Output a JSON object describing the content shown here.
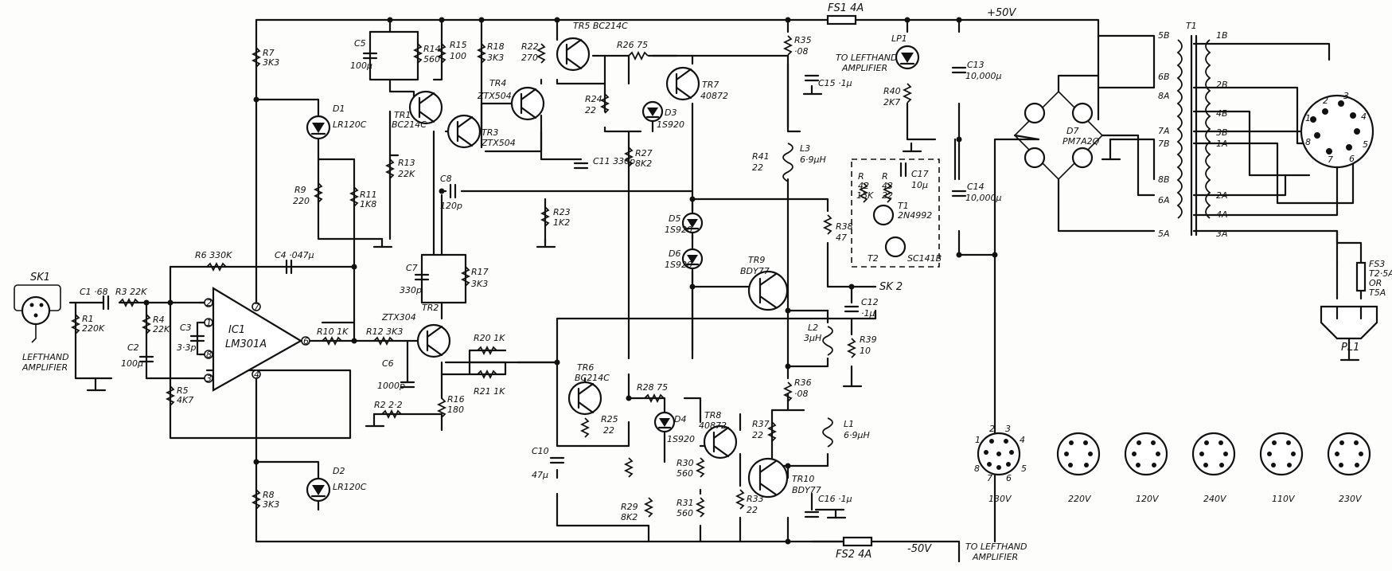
{
  "rails": {
    "pos": "+50V",
    "neg": "-50V",
    "to_left_top": [
      "TO LEFTHAND",
      "AMPLIFIER"
    ],
    "to_left_bottom": [
      "TO LEFTHAND",
      "AMPLIFIER"
    ]
  },
  "fuses": {
    "fs1": "FS1 4A",
    "fs2": "FS2 4A",
    "fs3": [
      "FS3",
      "T2·5A",
      "OR",
      "T5A"
    ]
  },
  "connectors": {
    "sk1": "SK1",
    "sk1_note": [
      "LEFTHAND",
      "AMPLIFIER"
    ],
    "sk2": "SK 2",
    "pl1": "PL1"
  },
  "ic": {
    "name": "IC1",
    "part": "LM301A",
    "pins": [
      "2",
      "1",
      "8",
      "3",
      "6",
      "4",
      "7"
    ]
  },
  "resistors": {
    "r1": [
      "R1",
      "220K"
    ],
    "r3": "R3 22K",
    "r4": [
      "R4",
      "22K"
    ],
    "r5": [
      "R5",
      "4K7"
    ],
    "r6": "R6 330K",
    "r7": [
      "R7",
      "3K3"
    ],
    "r8": [
      "R8",
      "3K3"
    ],
    "r9": [
      "R9",
      "220"
    ],
    "r10": "R10 1K",
    "r11": [
      "R11",
      "1K8"
    ],
    "r12": "R12 3K3",
    "r13": [
      "R13",
      "22K"
    ],
    "r14": [
      "R14",
      "560"
    ],
    "r15": [
      "R15",
      "100"
    ],
    "r16": [
      "R16",
      "180"
    ],
    "r17": [
      "R17",
      "3K3"
    ],
    "r18": [
      "R18",
      "3K3"
    ],
    "r20": "R20 1K",
    "r21": "R21 1K",
    "r22": [
      "R22",
      "270"
    ],
    "r23": [
      "R23",
      "1K2"
    ],
    "r24": [
      "R24",
      "22"
    ],
    "r25": [
      "R25",
      "22"
    ],
    "r26": "R26 75",
    "r27": [
      "R27",
      "8K2"
    ],
    "r28": "R28 75",
    "r29": [
      "R29",
      "8K2"
    ],
    "r30": [
      "R30",
      "560"
    ],
    "r31": [
      "R31",
      "560"
    ],
    "r33": [
      "R33",
      "22"
    ],
    "r35": [
      "R35",
      "·08"
    ],
    "r36": [
      "R36",
      "·08"
    ],
    "r37": [
      "R37",
      "22"
    ],
    "r38": [
      "R38",
      "47"
    ],
    "r39": [
      "R39",
      "10"
    ],
    "r40": [
      "R40",
      "2K7"
    ],
    "r41": [
      "R41",
      "22"
    ],
    "r42": [
      "R",
      "42",
      "15K"
    ],
    "r43": [
      "R",
      "43",
      "22"
    ],
    "r2": "R2 2·2"
  },
  "capacitors": {
    "c1": "C1 ·68",
    "c2": [
      "C2",
      "100µ"
    ],
    "c3": [
      "C3",
      "3·3p"
    ],
    "c4": "C4 ·047µ",
    "c5": [
      "C5",
      "100µ"
    ],
    "c6": [
      "C6",
      "1000p"
    ],
    "c7": [
      "C7",
      "330p"
    ],
    "c8": [
      "C8",
      "120p"
    ],
    "c10": [
      "C10",
      "47µ"
    ],
    "c11": "C11 330p",
    "c12": [
      "C12",
      "·1µ"
    ],
    "c13": [
      "C13",
      "10,000µ"
    ],
    "c14": [
      "C14",
      "10,000µ"
    ],
    "c15": "C15 ·1µ",
    "c16": "C16 ·1µ",
    "c17": [
      "C17",
      "10µ"
    ]
  },
  "semis": {
    "d1": [
      "D1",
      "LR120C"
    ],
    "d2": [
      "D2",
      "LR120C"
    ],
    "d3": [
      "D3",
      "1S920"
    ],
    "d4": [
      "D4",
      "1S920"
    ],
    "d5": [
      "D5",
      "1S920"
    ],
    "d6": [
      "D6",
      "1S920"
    ],
    "d7": [
      "D7",
      "PM7A2Q"
    ],
    "lp1": "LP1",
    "tr1": [
      "TR1",
      "BC214C"
    ],
    "tr2": [
      "TR2",
      "ZTX304"
    ],
    "tr3": [
      "TR3",
      "ZTX504"
    ],
    "tr4": [
      "TR4",
      "ZTX504"
    ],
    "tr5": "TR5 BC214C",
    "tr6": [
      "TR6",
      "BC214C"
    ],
    "tr7": [
      "TR7",
      "40872"
    ],
    "tr8": [
      "TR8",
      "40872"
    ],
    "tr9": [
      "TR9",
      "BDY77"
    ],
    "tr10": [
      "TR10",
      "BDY77"
    ],
    "t1": [
      "T1",
      "2N4992"
    ],
    "t2": "T2",
    "t2_part": "SC141B"
  },
  "inductors": {
    "l1": [
      "L1",
      "6·9µH"
    ],
    "l2": [
      "L2",
      "3µH"
    ],
    "l3": [
      "L3",
      "6·9µH"
    ]
  },
  "transformer": {
    "name": "T1",
    "primary_taps": [
      "1B",
      "2B",
      "4B",
      "3B",
      "1A",
      "2A",
      "4A",
      "3A"
    ],
    "secondary_taps": [
      "5B",
      "6B",
      "8A",
      "7A",
      "7B",
      "8B",
      "6A",
      "5A"
    ],
    "selector_pins": [
      "1",
      "2",
      "3",
      "4",
      "5",
      "6",
      "7",
      "8"
    ]
  },
  "voltage_settings": [
    "130V",
    "220V",
    "120V",
    "240V",
    "110V",
    "230V"
  ],
  "voltage_pins": [
    "1",
    "2",
    "3",
    "4",
    "5",
    "6",
    "7",
    "8"
  ]
}
